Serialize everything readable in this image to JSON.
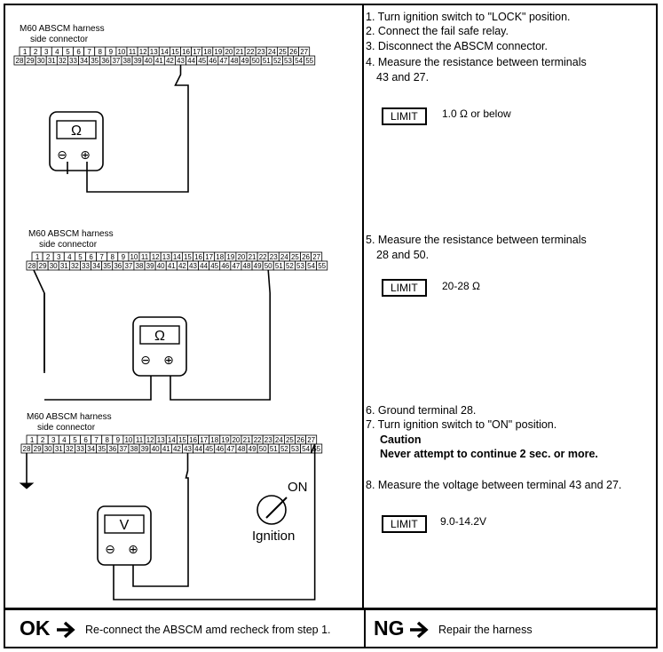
{
  "connector": {
    "id": "M60",
    "title": "ABSCM harness",
    "subtitle": "side connector",
    "top_pins": [
      "1",
      "2",
      "3",
      "4",
      "5",
      "6",
      "7",
      "8",
      "9",
      "10",
      "11",
      "12",
      "13",
      "14",
      "15",
      "16",
      "17",
      "18",
      "19",
      "20",
      "21",
      "22",
      "23",
      "24",
      "25",
      "26",
      "27"
    ],
    "bottom_pins": [
      "28",
      "29",
      "30",
      "31",
      "32",
      "33",
      "34",
      "35",
      "36",
      "37",
      "38",
      "39",
      "40",
      "41",
      "42",
      "43",
      "44",
      "45",
      "46",
      "47",
      "48",
      "49",
      "50",
      "51",
      "52",
      "53",
      "54",
      "55"
    ]
  },
  "meters": {
    "ohm_symbol": "Ω",
    "volt_symbol": "V",
    "minus": "⊖",
    "plus": "⊕"
  },
  "ignition": {
    "on_label": "ON",
    "label": "Ignition"
  },
  "steps": {
    "s1": "1. Turn ignition switch to \"LOCK\" position.",
    "s2": "2. Connect the fail safe relay.",
    "s3": "3. Disconnect the ABSCM connector.",
    "s4a": "4. Measure the resistance between terminals",
    "s4b": "43 and 27.",
    "s5a": "5. Measure the resistance between terminals",
    "s5b": "28 and 50.",
    "s6": "6. Ground terminal 28.",
    "s7": "7. Turn ignition switch to \"ON\" position.",
    "caution": "Caution",
    "caution_text": "Never attempt to continue 2 sec. or more.",
    "s8": "8. Measure the voltage between terminal 43 and 27."
  },
  "limits": {
    "label": "LIMIT",
    "l1": "1.0 Ω or below",
    "l2": "20-28 Ω",
    "l3": "9.0-14.2V"
  },
  "footer": {
    "ok_label": "OK",
    "ok_text": "Re-connect the ABSCM amd recheck from step 1.",
    "ng_label": "NG",
    "ng_text": "Repair the harness"
  }
}
